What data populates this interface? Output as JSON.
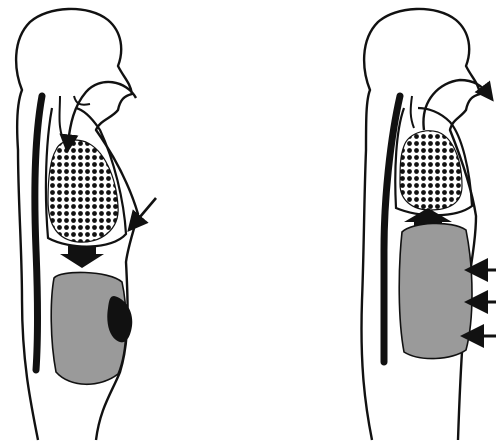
{
  "figure": {
    "panels": [
      {
        "phase": "inhalation",
        "lungs": "expanded",
        "diaphragm": "contracted-down",
        "abdomen": "pushed-out",
        "air_flow": "in",
        "external_arrows": 1
      },
      {
        "phase": "exhalation",
        "lungs": "compressed",
        "diaphragm": "relaxed-up",
        "abdomen": "drawn-in",
        "air_flow": "out",
        "external_arrows": 3
      }
    ],
    "colors": {
      "outline": "#111111",
      "abdomen_fill": "#9a9a9a",
      "lung_dots": "#111111",
      "background": "#ffffff"
    }
  }
}
